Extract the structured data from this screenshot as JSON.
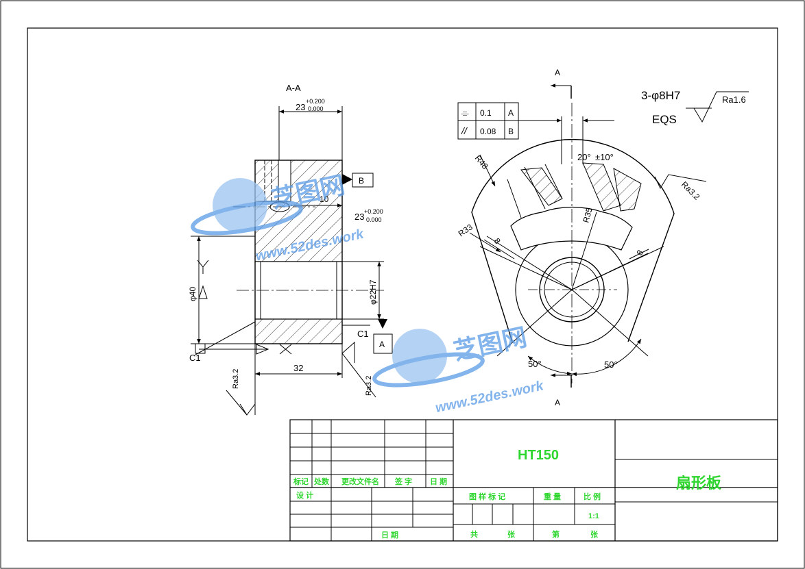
{
  "colors": {
    "line": "#000000",
    "titleblock_text": "#2fd62f",
    "watermark": "#5a9be6",
    "background": "#ffffff"
  },
  "section_view": {
    "title": "A-A",
    "dim_width_top": {
      "value": "23",
      "upper_tol": "+0.200",
      "lower_tol": "0.000"
    },
    "dim_slot_depth": "10",
    "dim_slot": {
      "value": "23",
      "upper_tol": "+0.200",
      "lower_tol": "0.000"
    },
    "dim_outer_dia": "φ40",
    "dim_bore": "φ22H7",
    "dim_length": "32",
    "chamfer_left": "C1",
    "chamfer_right": "C1",
    "datum_a": "A",
    "datum_b": "B",
    "rough_left": "Ra3.2",
    "rough_right": "Ra3.2"
  },
  "front_view": {
    "section_mark_top": "A",
    "section_mark_bottom": "A",
    "holes_note": "3-φ8H7",
    "holes_note2": "EQS",
    "rough_general": "Ra1.6",
    "rough_arc": "Ra3.2",
    "tol_frame": [
      {
        "symbol": "⌯",
        "value": "0.1",
        "datum": "A"
      },
      {
        "symbol": "//",
        "value": "0.08",
        "datum": "B"
      }
    ],
    "dim_r48": "R48",
    "dim_r33": "R33",
    "dim_r35": "R35",
    "dim_8_left": "8",
    "dim_8_right": "8",
    "dim_angle_top": "20°",
    "dim_angle_tol": "±10°",
    "dim_angle_left": "50°",
    "dim_angle_right": "50°"
  },
  "watermark": {
    "brand": "芝图网",
    "url": "www.52des.work"
  },
  "title_block": {
    "material": "HT150",
    "part_name": "扇形板",
    "hdr_mark": "标记",
    "hdr_count": "处数",
    "hdr_file": "更改文件名",
    "hdr_sign": "签 字",
    "hdr_date": "日 期",
    "design": "设 计",
    "date2": "日 期",
    "stage_mark": "图 样 标 记",
    "weight": "重 量",
    "scale_label": "比 例",
    "scale_value": "1:1",
    "total": "共",
    "sheets": "张",
    "page": "第",
    "sheets2": "张"
  }
}
